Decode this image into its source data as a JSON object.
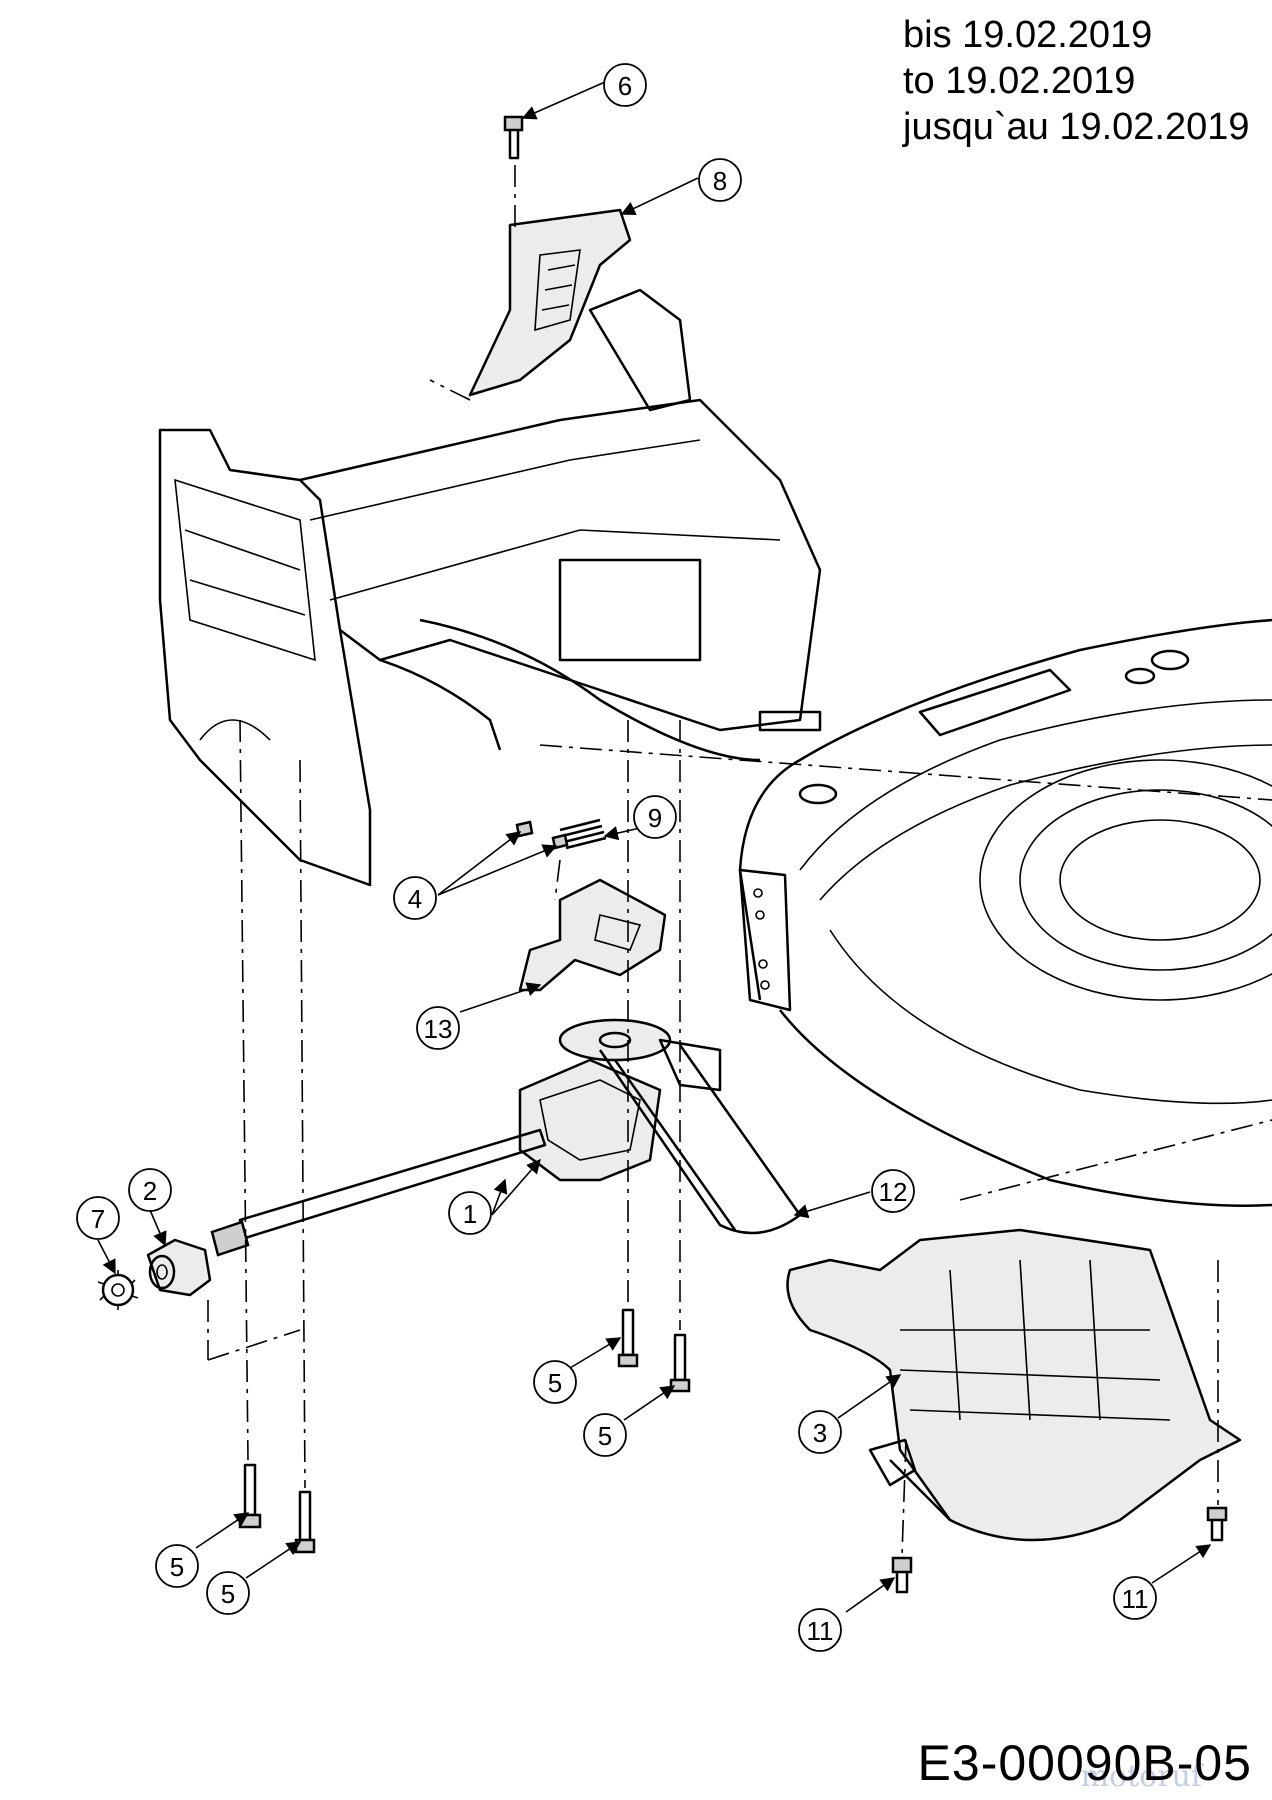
{
  "validity": {
    "de": "bis 19.02.2019",
    "en": "to 19.02.2019",
    "fr": "jusqu`au 19.02.2019"
  },
  "drawing_code": "E3-00090B-05",
  "watermark": "motoruf",
  "callouts": [
    "1",
    "2",
    "3",
    "4",
    "5",
    "6",
    "7",
    "8",
    "9",
    "11",
    "12",
    "13"
  ]
}
